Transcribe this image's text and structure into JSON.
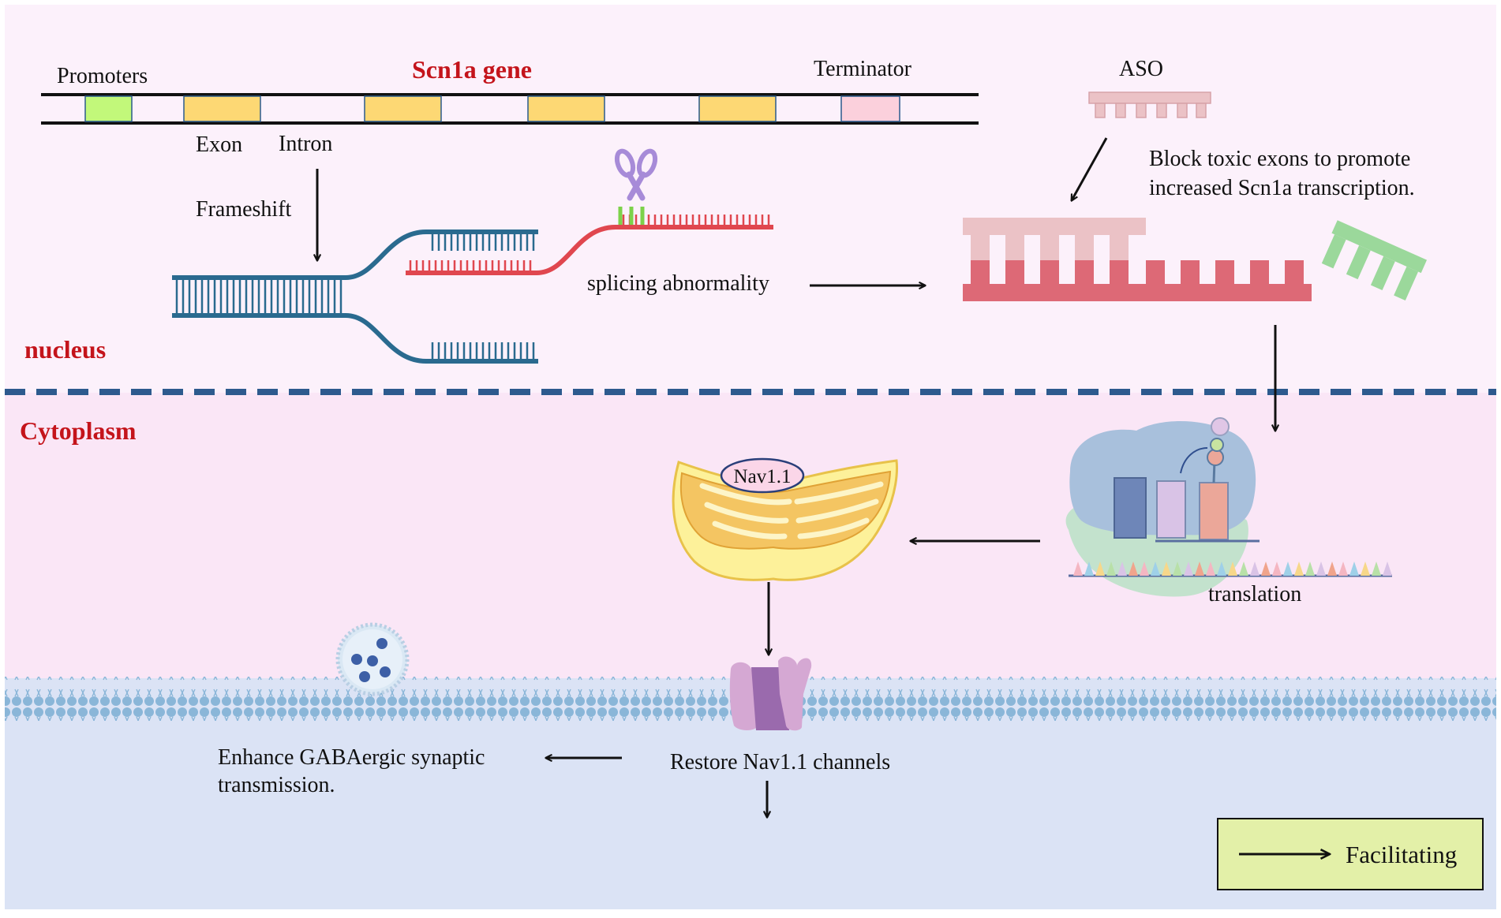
{
  "gene": {
    "title": "Scn1a gene",
    "promoters_label": "Promoters",
    "terminator_label": "Terminator",
    "exon_label": "Exon",
    "intron_label": "Intron"
  },
  "nucleus": {
    "region_label": "nucleus",
    "frameshift_label": "Frameshift",
    "splicing_label": "splicing abnormality"
  },
  "aso": {
    "label": "ASO",
    "description_line1": "Block toxic exons to promote",
    "description_line2": "increased Scn1a transcription."
  },
  "cytoplasm": {
    "region_label": "Cytoplasm",
    "translation_label": "translation",
    "protein_label": "Nav1.1"
  },
  "membrane": {
    "restore_label": "Restore Nav1.1 channels",
    "enhance_line1": "Enhance GABAergic synaptic",
    "enhance_line2": "transmission."
  },
  "legend": {
    "facilitating_label": "Facilitating"
  },
  "colors": {
    "nucleus_bg": "#fcf1fb",
    "cytoplasm_bg": "#fae6f6",
    "extracellular_bg": "#dbe3f5",
    "title_red": "#c4141b",
    "dashed_border": "#2d5a8e",
    "dna_blue": "#2a6a8f",
    "rna_red": "#e0474f",
    "promoter_green": "#c2f87a",
    "exon_yellow": "#fdd874",
    "terminator_pink": "#fbd0dc",
    "aso_pink": "#ebc2c6",
    "mrna_red": "#dd6976",
    "aso_green": "#9bd89b",
    "legend_bg": "#e3f0a8"
  }
}
